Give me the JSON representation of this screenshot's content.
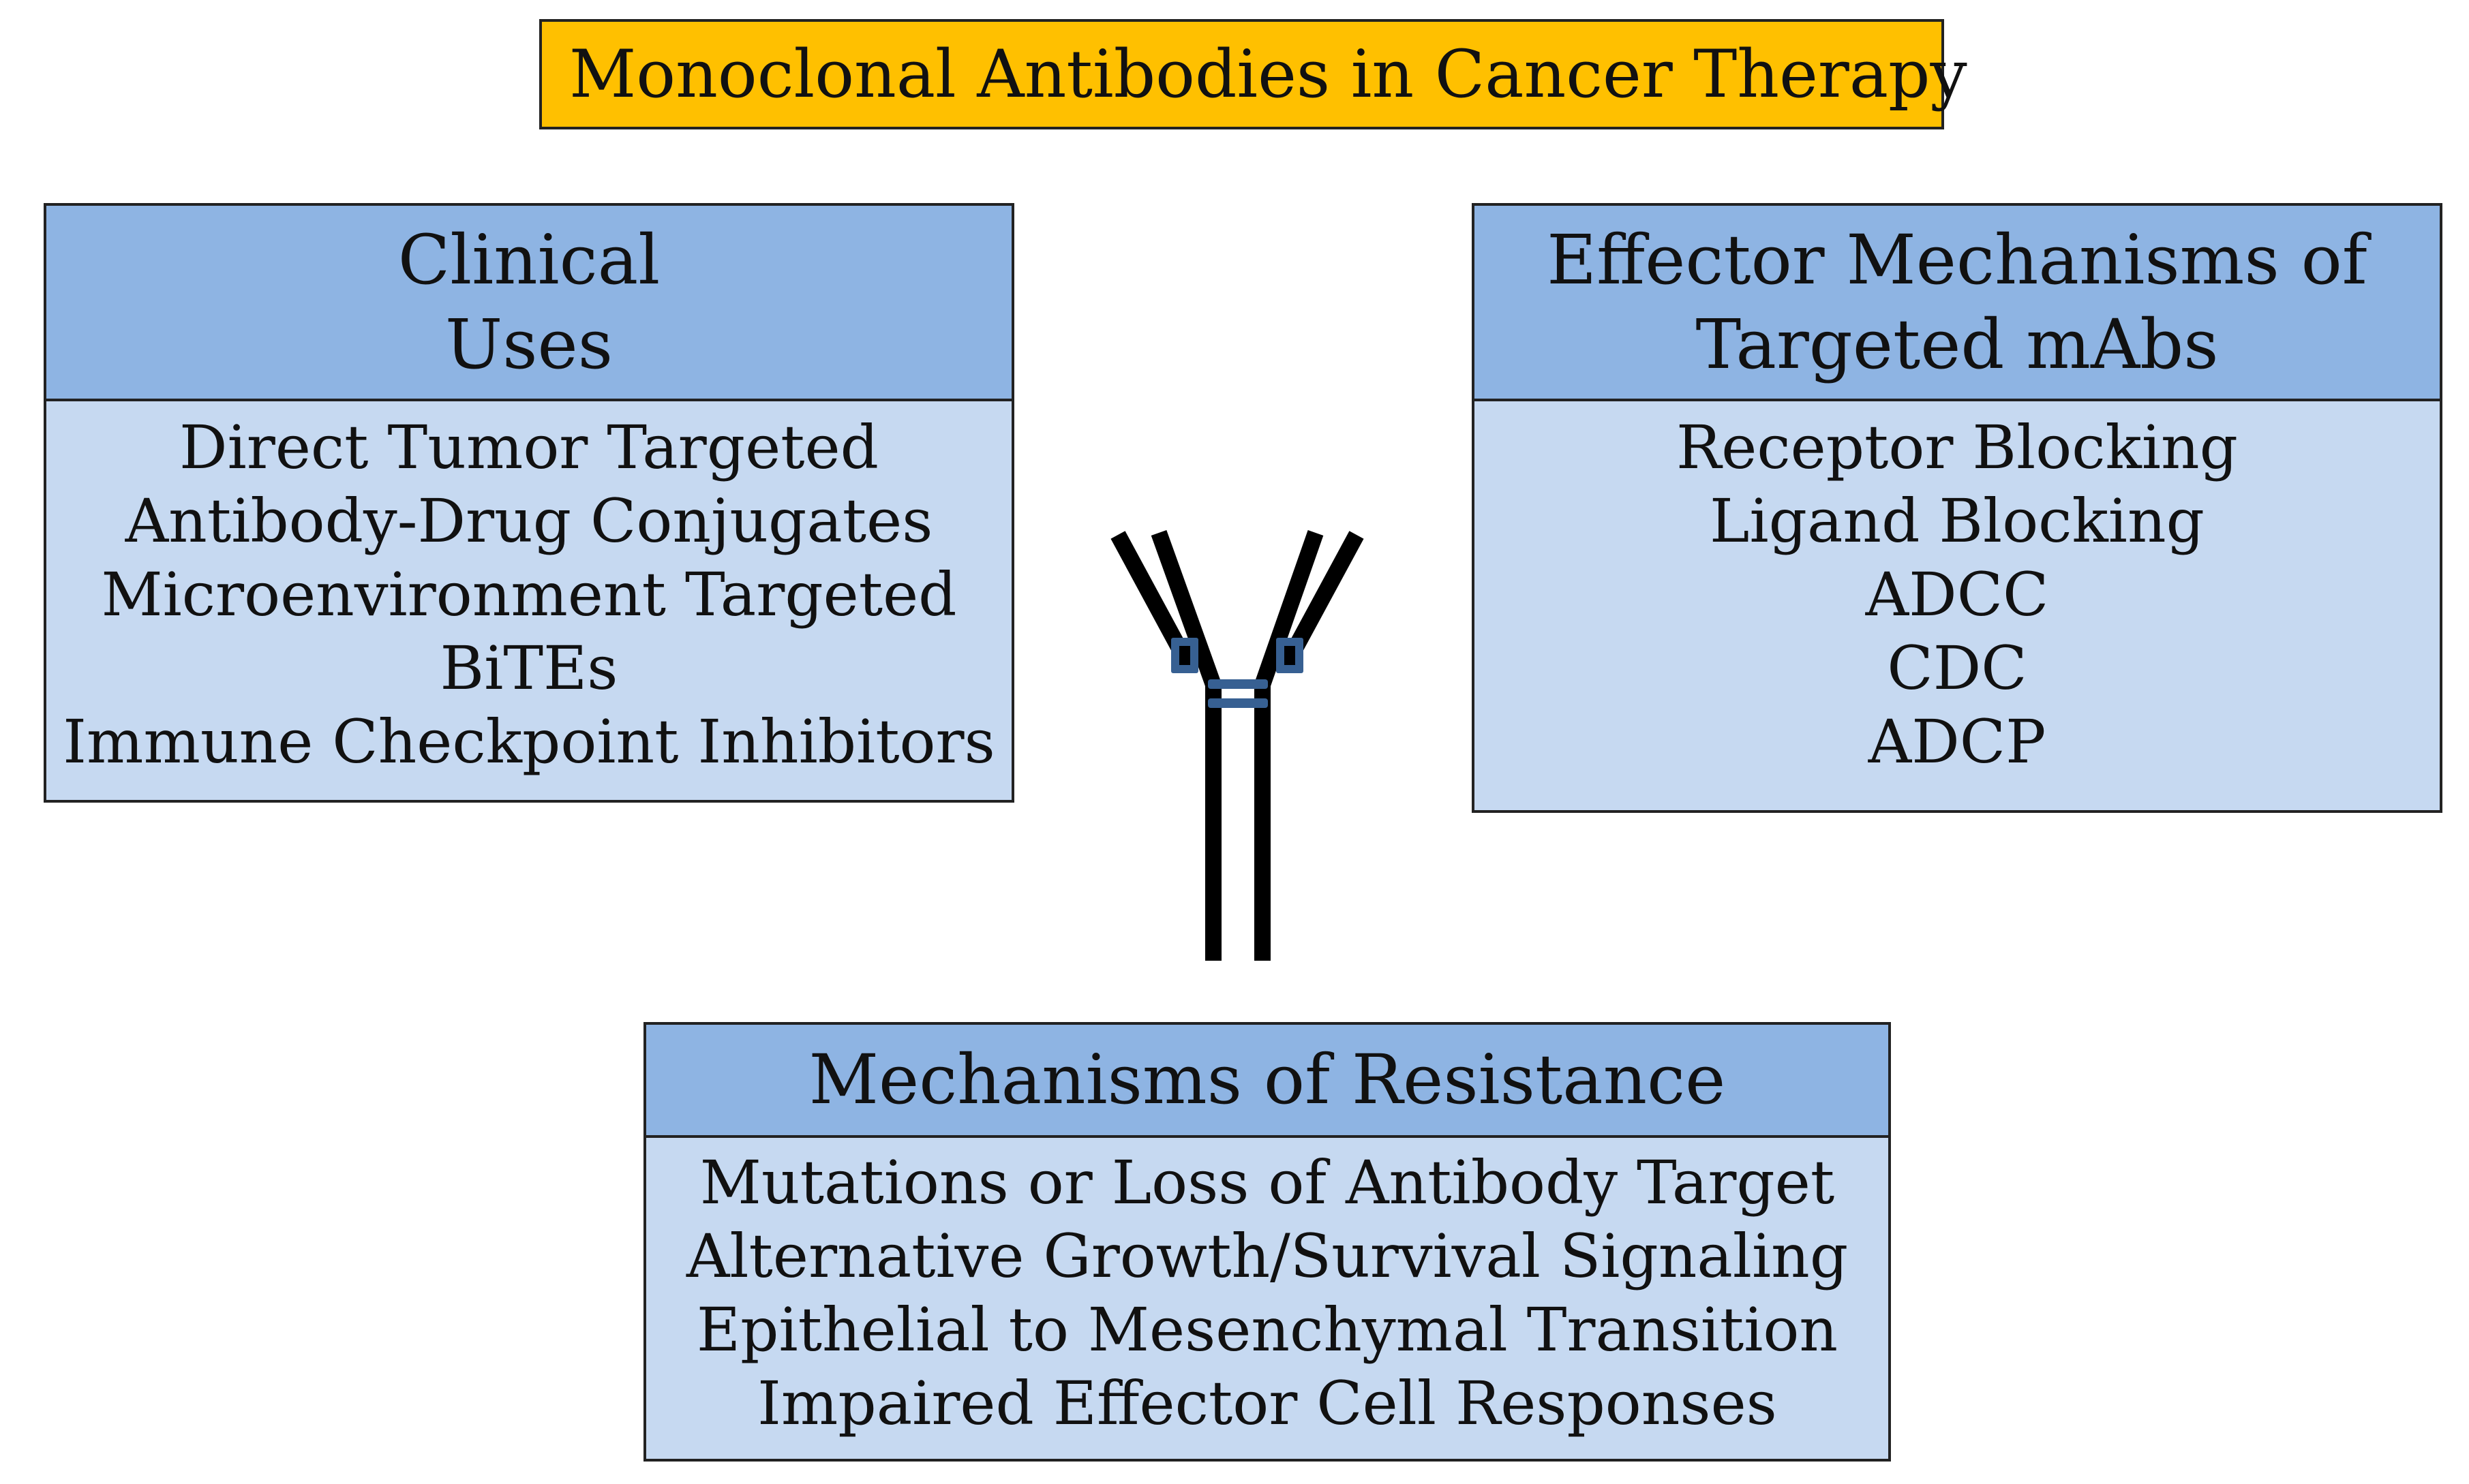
{
  "title": {
    "text": "Monoclonal Antibodies in Cancer Therapy",
    "fill": "#FFC000"
  },
  "colors": {
    "header_fill": "#8EB4E3",
    "body_fill": "#C6D9F1",
    "border": "#222222",
    "antibody_stroke": "#000000",
    "antibody_accent": "#376092"
  },
  "clinical": {
    "header_lines": [
      "Clinical",
      "Uses"
    ],
    "items": [
      "Direct Tumor Targeted",
      "Antibody-Drug Conjugates",
      "Microenvironment Targeted",
      "BiTEs",
      "Immune Checkpoint Inhibitors"
    ]
  },
  "effector": {
    "header_lines": [
      "Effector Mechanisms of",
      "Targeted mAbs"
    ],
    "items": [
      "Receptor Blocking",
      "Ligand Blocking",
      "ADCC",
      "CDC",
      "ADCP"
    ]
  },
  "resistance": {
    "header_lines": [
      "Mechanisms of Resistance"
    ],
    "items": [
      "Mutations or Loss of Antibody Target",
      "Alternative Growth/Survival Signaling",
      "Epithelial to Mesenchymal Transition",
      "Impaired Effector Cell Responses"
    ]
  }
}
